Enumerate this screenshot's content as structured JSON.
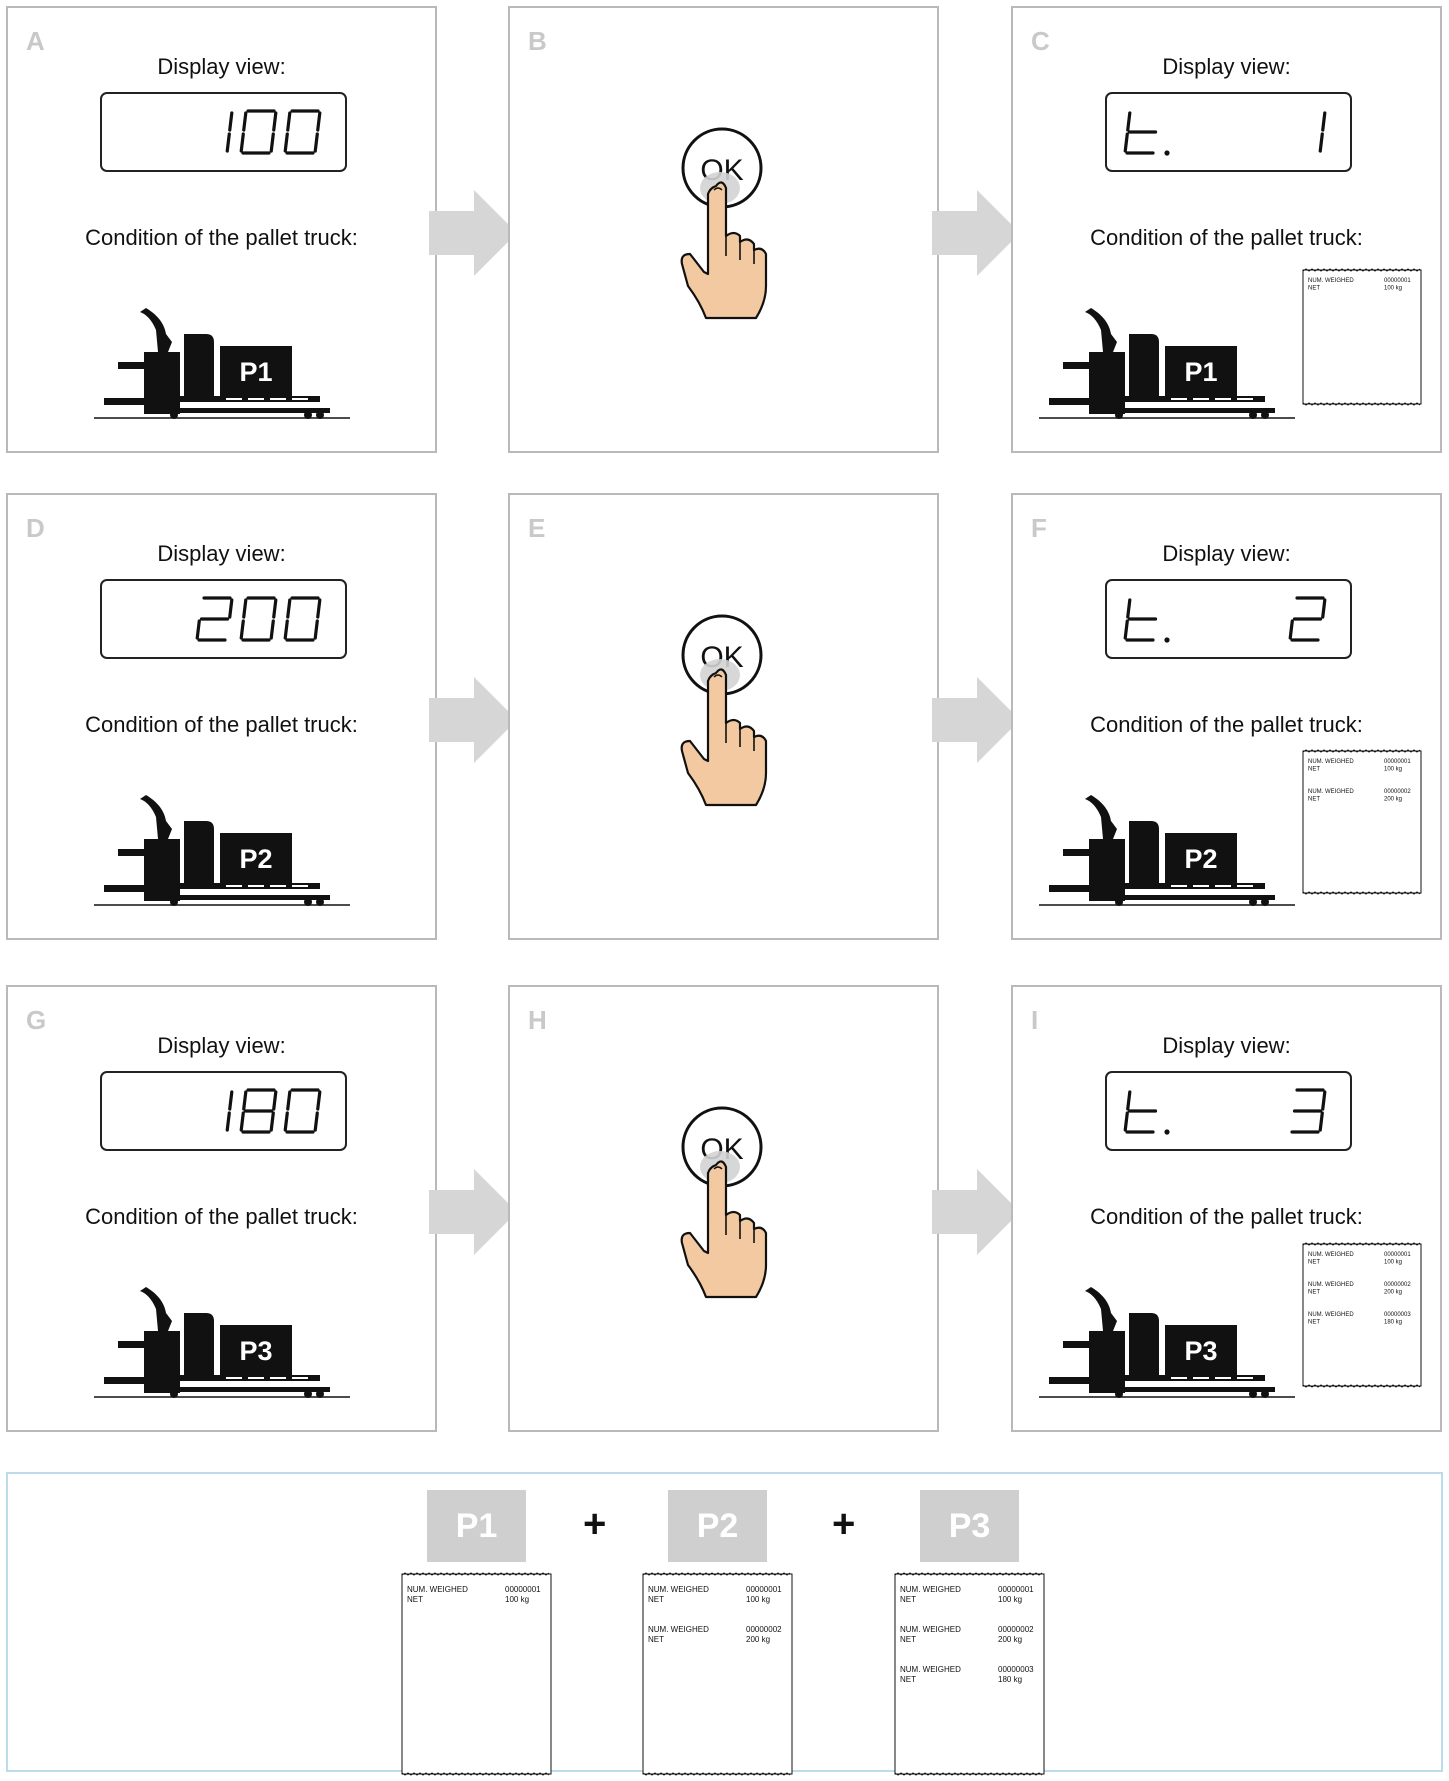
{
  "labels": {
    "display_view": "Display view:",
    "condition": "Condition of the pallet truck:",
    "ok_button": "OK"
  },
  "panels": [
    {
      "letter": "A",
      "display": "100",
      "pallet": "P1"
    },
    {
      "letter": "B"
    },
    {
      "letter": "C",
      "display": "t.   1",
      "pallet": "P1"
    },
    {
      "letter": "D",
      "display": "200",
      "pallet": "P2"
    },
    {
      "letter": "E"
    },
    {
      "letter": "F",
      "display": "t.   2",
      "pallet": "P2"
    },
    {
      "letter": "G",
      "display": "180",
      "pallet": "P3"
    },
    {
      "letter": "H"
    },
    {
      "letter": "I",
      "display": "t.   3",
      "pallet": "P3"
    }
  ],
  "receipt_entries": [
    {
      "label1": "NUM. WEIGHED",
      "value1": "00000001",
      "label2": "NET",
      "value2": "100 kg"
    },
    {
      "label1": "NUM. WEIGHED",
      "value1": "00000002",
      "label2": "NET",
      "value2": "200 kg"
    },
    {
      "label1": "NUM. WEIGHED",
      "value1": "00000003",
      "label2": "NET",
      "value2": "180 kg"
    }
  ],
  "summary": {
    "pallets": [
      "P1",
      "P2",
      "P3"
    ],
    "plus": "+"
  },
  "colors": {
    "panel_border": "#b9b9b9",
    "arrow": "#d6d6d6",
    "hand": "#f2c9a0",
    "summary_border": "#bcdcec",
    "pallet_box": "#cfcfcf"
  }
}
